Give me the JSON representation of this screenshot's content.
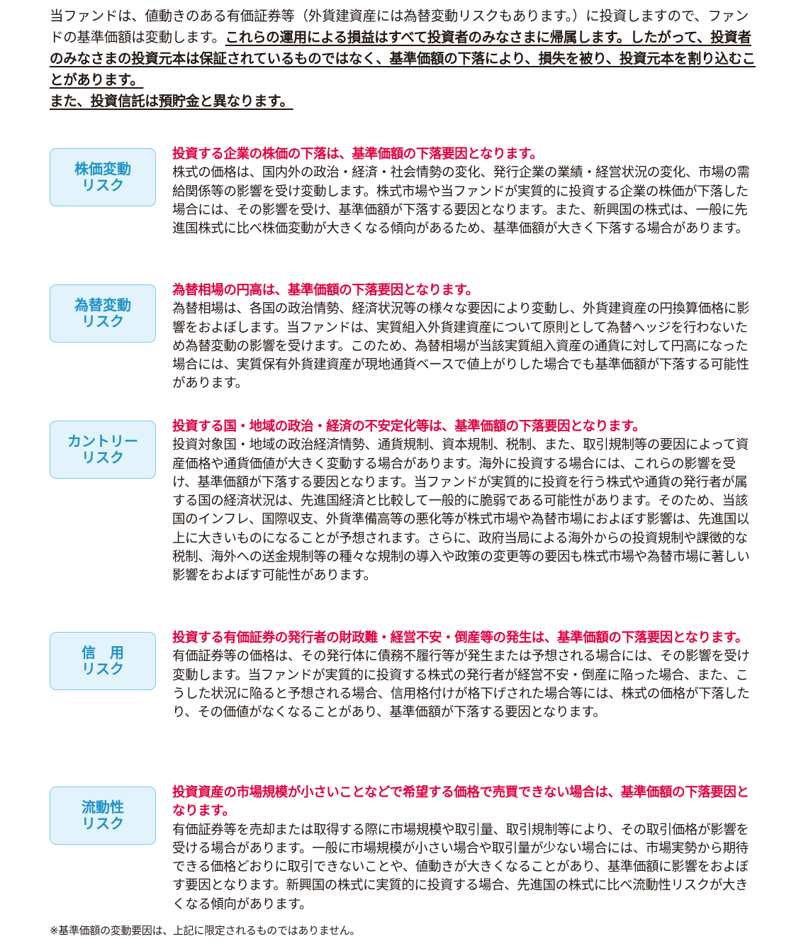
{
  "intro": {
    "plain": "当ファンドは、値動きのある有価証券等（外貨建資産には為替変動リスクもあります。）に投資しますので、ファンドの基準価額は変動します。",
    "emphasis": "これらの運用による損益はすべて投資者のみなさまに帰属します。したがって、投資者のみなさまの投資元本は保証されているものではなく、基準価額の下落により、損失を被り、投資元本を割り込むことがあります。",
    "emphasis2": "また、投資信託は預貯金と異なります。"
  },
  "risks": [
    {
      "label_line1": "株価変動",
      "label_line2": "リスク",
      "headline": "投資する企業の株価の下落は、基準価額の下落要因となります。",
      "text": "株式の価格は、国内外の政治・経済・社会情勢の変化、発行企業の業績・経営状況の変化、市場の需給関係等の影響を受け変動します。株式市場や当ファンドが実質的に投資する企業の株価が下落した場合には、その影響を受け、基準価額が下落する要因となります。また、新興国の株式は、一般に先進国株式に比べ株価変動が大きくなる傾向があるため、基準価額が大きく下落する場合があります。"
    },
    {
      "label_line1": "為替変動",
      "label_line2": "リスク",
      "headline": "為替相場の円高は、基準価額の下落要因となります。",
      "text": "為替相場は、各国の政治情勢、経済状況等の様々な要因により変動し、外貨建資産の円換算価格に影響をおよぼします。当ファンドは、実質組入外貨建資産について原則として為替ヘッジを行わないため為替変動の影響を受けます。このため、為替相場が当該実質組入資産の通貨に対して円高になった場合には、実質保有外貨建資産が現地通貨ベースで値上がりした場合でも基準価額が下落する可能性があります。"
    },
    {
      "label_line1": "カントリー",
      "label_line2": "リスク",
      "headline": "投資する国・地域の政治・経済の不安定化等は、基準価額の下落要因となります。",
      "text": "投資対象国・地域の政治経済情勢、通貨規制、資本規制、税制、また、取引規制等の要因によって資産価格や通貨価値が大きく変動する場合があります。海外に投資する場合には、これらの影響を受け、基準価額が下落する要因となります。当ファンドが実質的に投資を行う株式や通貨の発行者が属する国の経済状況は、先進国経済と比較して一般的に脆弱である可能性があります。そのため、当該国のインフレ、国際収支、外貨準備高等の悪化等が株式市場や為替市場におよぼす影響は、先進国以上に大きいものになることが予想されます。さらに、政府当局による海外からの投資規制や課徴的な税制、海外への送金規制等の種々な規制の導入や政策の変更等の要因も株式市場や為替市場に著しい影響をおよぼす可能性があります。"
    },
    {
      "label_line1": "信　用",
      "label_line2": "リスク",
      "headline": "投資する有価証券の発行者の財政難・経営不安・倒産等の発生は、基準価額の下落要因となります。",
      "text": "有価証券等の価格は、その発行体に債務不履行等が発生または予想される場合には、その影響を受け変動します。当ファンドが実質的に投資する株式の発行者が経営不安・倒産に陥った場合、また、こうした状況に陥ると予想される場合、信用格付けが格下げされた場合等には、株式の価格が下落したり、その価値がなくなることがあり、基準価額が下落する要因となります。"
    },
    {
      "label_line1": "流動性",
      "label_line2": "リスク",
      "headline": "投資資産の市場規模が小さいことなどで希望する価格で売買できない場合は、基準価額の下落要因となります。",
      "text": "有価証券等を売却または取得する際に市場規模や取引量、取引規制等により、その取引価格が影響を受ける場合があります。一般に市場規模が小さい場合や取引量が少ない場合には、市場実勢から期待できる価格どおりに取引できないことや、値動きが大きくなることがあり、基準価額に影響をおよぼす要因となります。新興国の株式に実質的に投資する場合、先進国の株式に比べ流動性リスクが大きくなる傾向があります。"
    }
  ],
  "footnote": "※基準価額の変動要因は、上記に限定されるものではありません。",
  "colors": {
    "label_text": "#1d91c9",
    "label_border": "#7fcbe9",
    "label_bg": "#e2f3fb",
    "headline": "#e4003f",
    "body_text": "#231815"
  }
}
